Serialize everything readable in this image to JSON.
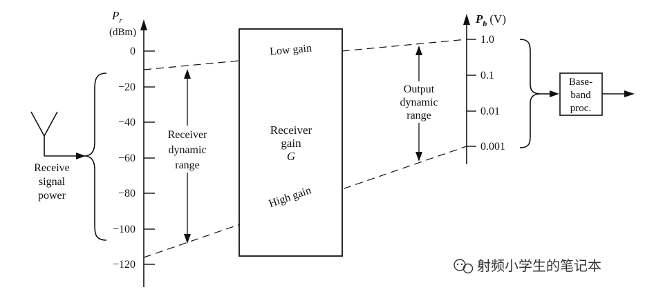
{
  "left_axis": {
    "symbol": "P",
    "subscript": "r",
    "unit": "(dBm)",
    "ticks": [
      "0",
      "−20",
      "−40",
      "−60",
      "−80",
      "−100",
      "−120"
    ]
  },
  "right_axis": {
    "symbol": "P",
    "subscript": "b",
    "unit": "(V)",
    "ticks": [
      "1.0",
      "0.1",
      "0.01",
      "0.001"
    ]
  },
  "receiver_dynamic_range": [
    "Receiver",
    "dynamic",
    "range"
  ],
  "receiver_block": [
    "Receiver",
    "gain",
    "G"
  ],
  "low_gain": "Low gain",
  "high_gain": "High gain",
  "output_dynamic_range": [
    "Output",
    "dynamic",
    "range"
  ],
  "receive_signal_power": [
    "Receive",
    "signal",
    "power"
  ],
  "baseband_block": [
    "Base-",
    "band",
    "proc."
  ],
  "watermark": "射频小学生的笔记本",
  "colors": {
    "ink": "#111111",
    "watermark": "#333333"
  }
}
